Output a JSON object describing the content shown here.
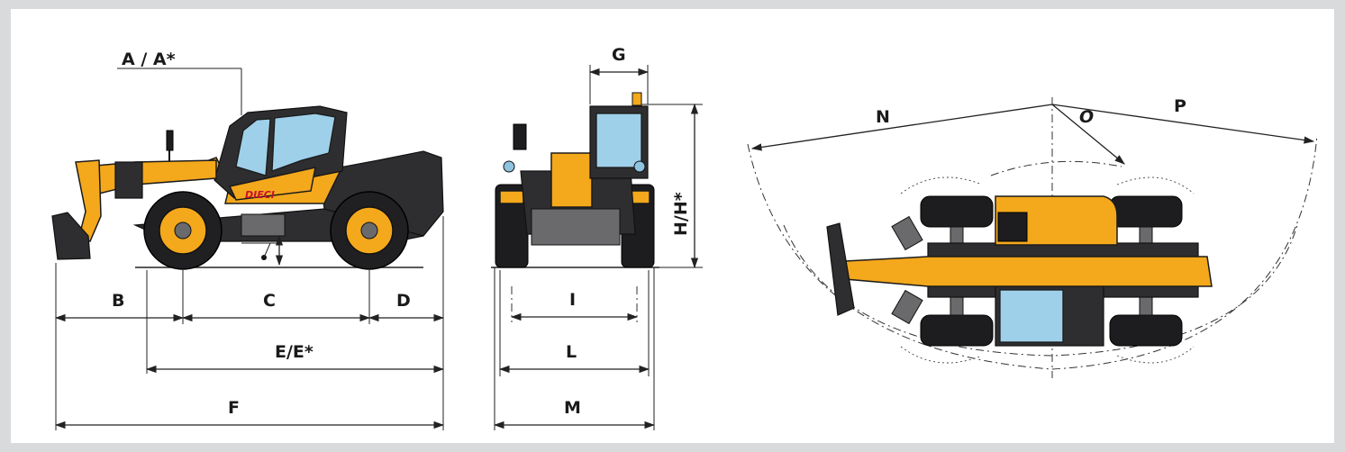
{
  "brand": "DIECI",
  "labels": {
    "a": "A / A*",
    "b": "B",
    "c": "C",
    "d": "D",
    "e": "E/E*",
    "f": "F",
    "g": "G",
    "h": "H/H*",
    "i": "I",
    "l": "L",
    "m": "M",
    "n": "N",
    "o": "O",
    "p": "P"
  },
  "colors": {
    "body": "#f4a81c",
    "dark": "#2e2e30",
    "glass": "#9fd0ea",
    "background": "#d9dadc"
  }
}
